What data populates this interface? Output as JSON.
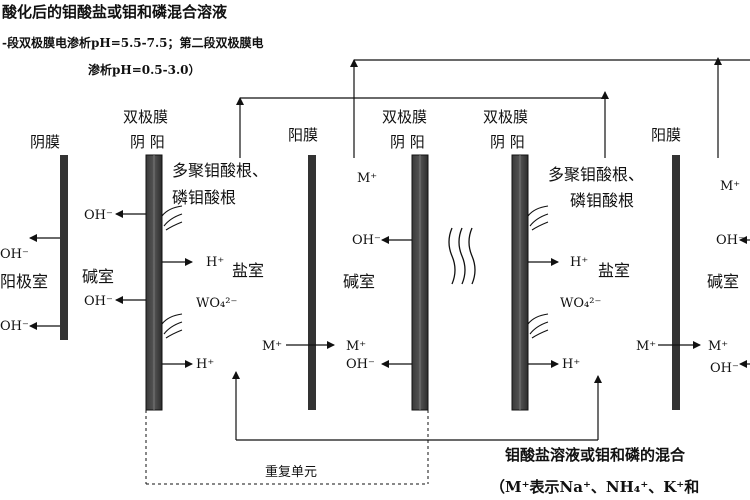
{
  "header": {
    "line1": "酸化后的钼酸盐或钼和磷混合溶液",
    "line2": "-段双极膜电渗析pH=5.5-7.5；第二段双极膜电",
    "line3": "渗析pH=0.5-3.0）"
  },
  "membranes": {
    "anion_1": "阴膜",
    "bipolar_1_title": "双极膜",
    "bipolar_1_sub": "阴 阳",
    "cation_1": "阳膜",
    "bipolar_2_title": "双极膜",
    "bipolar_2_sub": "阴 阳",
    "bipolar_3_title": "双极膜",
    "bipolar_3_sub": "阴 阳",
    "cation_2": "阳膜"
  },
  "chambers": {
    "anode_room": "阳极室",
    "base_1": "碱室",
    "salt_1": "盐室",
    "base_2": "碱室",
    "salt_2": "盐室",
    "base_3": "碱室"
  },
  "species": {
    "polymolybdate_1": "多聚钼酸根、",
    "phosphomolybdate_1": "磷钼酸根",
    "polymolybdate_2": "多聚钼酸根、",
    "phosphomolybdate_2": "磷钼酸根",
    "oh_left_top": "OH⁻",
    "oh_left_bottom": "OH⁻",
    "oh_base1_top": "OH⁻",
    "oh_base1_bottom": "OH⁻",
    "h_salt1_top": "H⁺",
    "wo4_salt1": "WO₄²⁻",
    "h_salt1_bottom": "H⁺",
    "m_cat1_top": "M⁺",
    "m_cat1_bottom_left": "M⁺",
    "m_cat1_bottom_right": "M⁺",
    "oh_base2_mid": "OH⁻",
    "oh_base2_bottom": "OH⁻",
    "h_salt2_top": "H⁺",
    "wo4_salt2": "WO₄²⁻",
    "h_salt2_bottom": "H⁺",
    "m_cat2_top": "M⁺",
    "m_cat2_bottom_left": "M⁺",
    "m_cat2_bottom_right": "M⁺",
    "oh_base3_mid": "OH⁻",
    "oh_base3_bottom": "OH⁻"
  },
  "footer": {
    "repeat_unit": "重复单元",
    "feed_line1": "钼酸盐溶液或钼和磷的混合",
    "feed_line2": "（M⁺表示Na⁺、NH₄⁺、K⁺和"
  }
}
